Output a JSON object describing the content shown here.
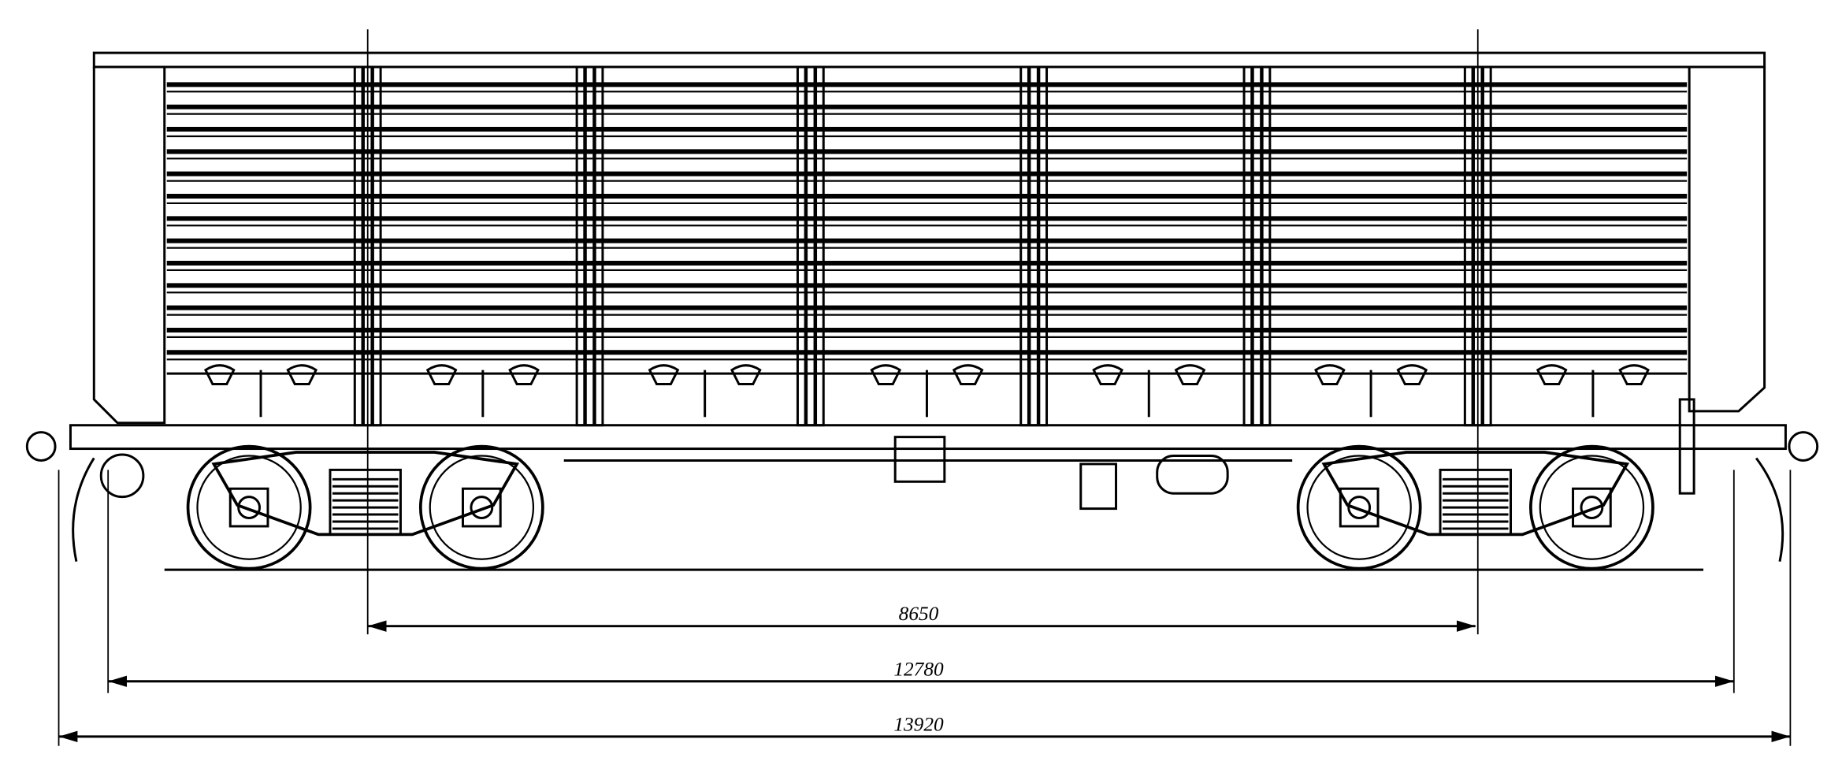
{
  "drawing": {
    "subject": "gondola-car-side-view",
    "dimensions": {
      "bogie_centers": "8650",
      "coupler_axis_length": "12780",
      "overall_length": "13920"
    },
    "colors": {
      "line": "#000000",
      "background": "#ffffff"
    }
  }
}
